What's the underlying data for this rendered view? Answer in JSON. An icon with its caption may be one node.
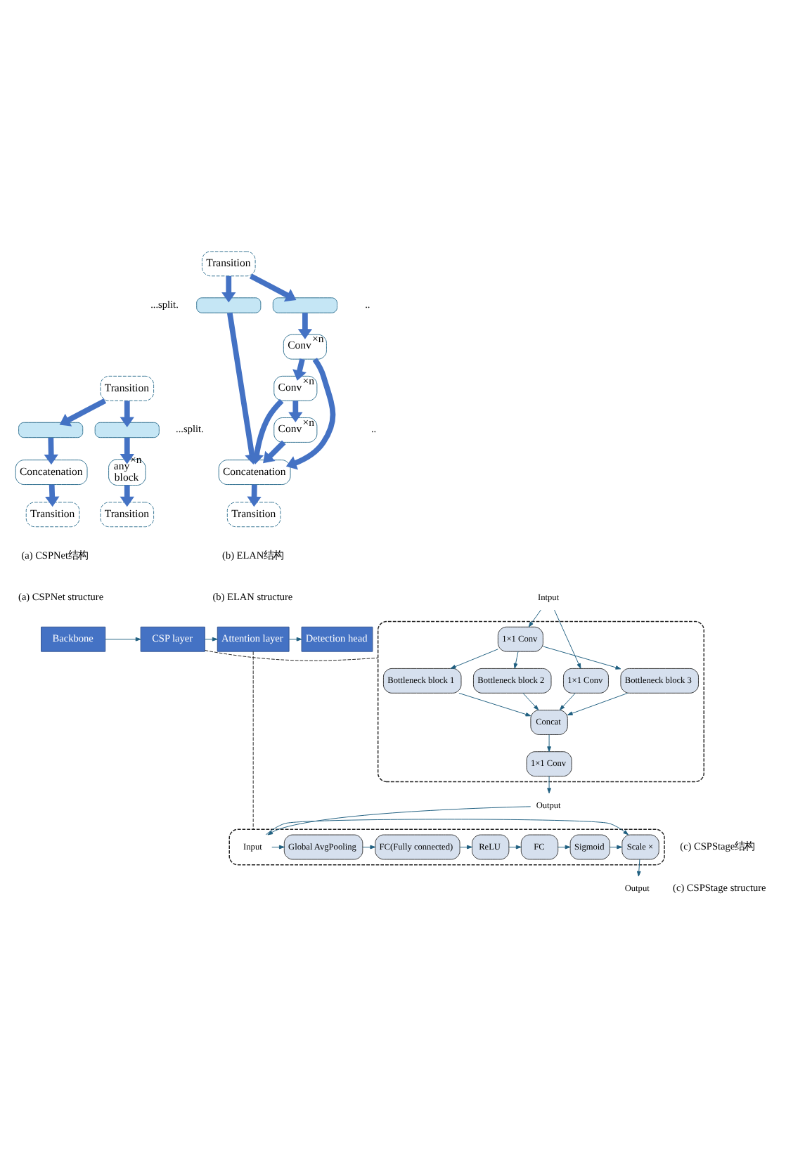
{
  "diagram": {
    "nodes": [
      {
        "text": [
          "Transition"
        ]
      },
      {
        "text": [],
        "shape": "box"
      },
      {
        "text": [],
        "shape": "box"
      },
      {
        "text": [
          "any$^{×n}$ block"
        ]
      },
      {
        "text": [
          "Transition"
        ]
      },
      {
        "text": [
          "Concatenation"
        ]
      },
      {
        "text": [
          "Transition"
        ]
      },
      {
        "text": [
          "Transition"
        ]
      },
      {
        "text": [],
        "shape": "box"
      },
      {
        "text": [],
        "shape": "box"
      },
      {
        "text": [
          "Conv$^{×n}$"
        ]
      },
      {
        "text": [
          "Conv$^{×n}$"
        ]
      },
      {
        "text": [
          "Conv$^{×n}$"
        ]
      },
      {
        "text": [
          "Concatenation"
        ]
      },
      {
        "text": [
          "Transition"
        ]
      },
      {
        "text": [
          "Backbone"
        ]
      },
      {
        "text": [
          "CSP layer"
        ]
      },
      {
        "text": [
          "Attention layer"
        ]
      },
      {
        "text": [
          "Detection head"
        ]
      },
      {
        "text": [],
        "shape": "box"
      },
      {
        "text": [
          "Intput"
        ]
      },
      {
        "text": [
          "1×1 Conv"
        ],
        "in": 19
      },
      {
        "text": [
          "1×1 Conv"
        ],
        "in": 19
      },
      {
        "text": [
          "Bottleneck block 1"
        ],
        "in": 19
      },
      {
        "text": [
          "Bottleneck block 2"
        ],
        "in": 19
      },
      {
        "text": [
          "Bottleneck block 3"
        ],
        "in": 19
      },
      {
        "text": [
          "Concat"
        ],
        "in": 19
      },
      {
        "text": [
          "1×1 Conv"
        ],
        "in": 19
      },
      {
        "text": [
          "Output"
        ]
      },
      {
        "text": [],
        "shape": "box"
      },
      {
        "text": [
          "Input"
        ],
        "in": 29
      },
      {
        "text": [
          "Global AvgPooling"
        ],
        "in": 29
      },
      {
        "text": [
          "FC(Fully connected)"
        ],
        "in": 29
      },
      {
        "text": [
          "ReLU"
        ],
        "in": 29
      },
      {
        "text": [
          "FC"
        ],
        "in": 29
      },
      {
        "text": [
          "Sigmoid"
        ],
        "in": 29
      },
      {
        "text": [
          "Scale ×"
        ],
        "in": 29
      },
      {
        "text": [
          "Output"
        ]
      }
    ],
    "edges": [
      {
        "from": 0,
        "to": 1,
        "arrow": "to",
        "style": "thick",
        "color": "#4472c4"
      },
      {
        "from": 0,
        "to": 2,
        "arrow": "to",
        "style": "thick",
        "color": "#4472c4"
      },
      {
        "from": 2,
        "to": 3,
        "arrow": "to",
        "style": "thick",
        "color": "#4472c4"
      },
      {
        "from": 3,
        "to": 4,
        "arrow": "to",
        "style": "thick",
        "color": "#4472c4"
      },
      {
        "from": 1,
        "to": 5,
        "arrow": "to",
        "style": "thick",
        "color": "#4472c4"
      },
      {
        "from": 5,
        "to": 6,
        "arrow": "to",
        "style": "thick",
        "color": "#4472c4"
      },
      {
        "from": 7,
        "to": 8,
        "arrow": "to",
        "style": "thick",
        "color": "#4472c4"
      },
      {
        "from": 7,
        "to": 9,
        "arrow": "to",
        "style": "thick",
        "color": "#4472c4"
      },
      {
        "from": 9,
        "to": 10,
        "arrow": "to",
        "style": "thick",
        "color": "#4472c4"
      },
      {
        "from": 10,
        "to": 11,
        "arrow": "to",
        "style": "thick",
        "color": "#4472c4"
      },
      {
        "from": 11,
        "to": 12,
        "arrow": "to",
        "style": "thick",
        "color": "#4472c4"
      },
      {
        "from": 8,
        "to": 13,
        "arrow": "to",
        "style": "thick",
        "color": "#4472c4"
      },
      {
        "from": 10,
        "to": 13,
        "arrow": "to",
        "style": "thick",
        "color": "#4472c4"
      },
      {
        "from": 11,
        "to": 13,
        "arrow": "to",
        "style": "thick",
        "color": "#4472c4"
      },
      {
        "from": 12,
        "to": 13,
        "arrow": "to",
        "style": "thick",
        "color": "#4472c4"
      },
      {
        "from": 13,
        "to": 14,
        "arrow": "to",
        "style": "thick",
        "color": "#4472c4"
      },
      {
        "from": 15,
        "to": 16,
        "arrow": "to"
      },
      {
        "from": 16,
        "to": 17,
        "arrow": "to"
      },
      {
        "from": 17,
        "to": 18,
        "arrow": "to"
      },
      {
        "from": 16,
        "to": 19,
        "arrow": "none",
        "style": "dashed",
        "color": "#222222"
      },
      {
        "from": 17,
        "to": 29,
        "arrow": "none",
        "style": "dashed",
        "color": "#222222"
      },
      {
        "from": 20,
        "to": 21,
        "arrow": "to"
      },
      {
        "from": 20,
        "to": 22,
        "arrow": "to"
      },
      {
        "from": 21,
        "to": 26,
        "arrow": "to"
      },
      {
        "from": 22,
        "to": 23,
        "arrow": "to"
      },
      {
        "from": 22,
        "to": 24,
        "arrow": "to"
      },
      {
        "from": 22,
        "to": 25,
        "arrow": "to"
      },
      {
        "from": 23,
        "to": 26,
        "arrow": "to"
      },
      {
        "from": 24,
        "to": 26,
        "arrow": "to"
      },
      {
        "from": 25,
        "to": 26,
        "arrow": "to"
      },
      {
        "from": 26,
        "to": 27,
        "arrow": "to"
      },
      {
        "from": 27,
        "to": 28,
        "arrow": "to"
      },
      {
        "from": 28,
        "to": 30,
        "arrow": "to"
      },
      {
        "from": 30,
        "to": 31,
        "arrow": "to"
      },
      {
        "from": 31,
        "to": 32,
        "arrow": "to"
      },
      {
        "from": 32,
        "to": 33,
        "arrow": "to"
      },
      {
        "from": 33,
        "to": 34,
        "arrow": "to"
      },
      {
        "from": 34,
        "to": 35,
        "arrow": "to"
      },
      {
        "from": 35,
        "to": 36,
        "arrow": "to"
      },
      {
        "from": 30,
        "to": 36,
        "arrow": "to"
      },
      {
        "from": 36,
        "to": 37,
        "arrow": "to"
      }
    ],
    "labels": [
      "...split.",
      "..",
      "...split.",
      "..",
      "(a) CSPNet结构",
      "(a) CSPNet structure",
      "(b) ELAN结构",
      "(b) ELAN structure",
      "(c) CSPStage结构",
      "(c) CSPStage structure"
    ]
  }
}
